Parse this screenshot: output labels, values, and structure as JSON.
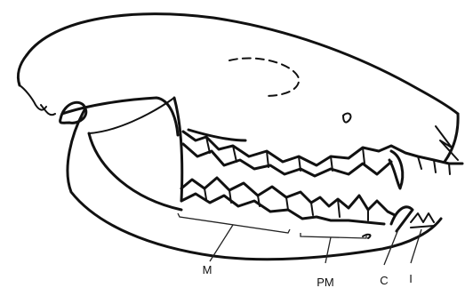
{
  "diagram": {
    "subject": "skull-lateral-view",
    "ink_color": "#111111",
    "background": "#ffffff",
    "labels": {
      "molars": "M",
      "premolars": "PM",
      "canine": "C",
      "incisors": "I"
    }
  }
}
